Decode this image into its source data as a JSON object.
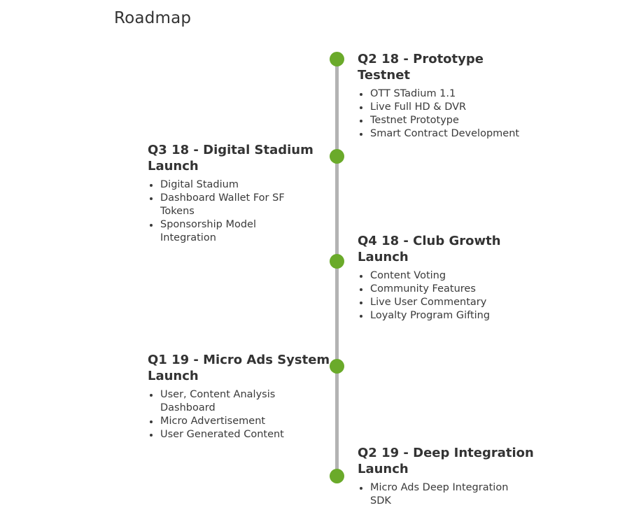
{
  "page": {
    "title": "Roadmap"
  },
  "colors": {
    "node": "#6aaa2a",
    "line": "#b3b3b3",
    "text": "#333333"
  },
  "milestones": [
    {
      "title_line1": "Q2 18 - Prototype",
      "title_line2": "Testnet",
      "items": [
        "OTT STadium 1.1",
        "Live Full HD & DVR",
        "Testnet Prototype",
        "Smart Contract Development"
      ]
    },
    {
      "title_line1": "Q3 18 - Digital Stadium",
      "title_line2": "Launch",
      "items": [
        "Digital Stadium",
        "Dashboard Wallet For SF Tokens",
        "Sponsorship Model Integration"
      ]
    },
    {
      "title_line1": "Q4 18 - Club Growth",
      "title_line2": "Launch",
      "items": [
        "Content Voting",
        "Community Features",
        "Live User Commentary",
        "Loyalty Program Gifting"
      ]
    },
    {
      "title_line1": "Q1 19 - Micro Ads System",
      "title_line2": "Launch",
      "items": [
        "User, Content Analysis Dashboard",
        "Micro Advertisement",
        "User Generated Content"
      ]
    },
    {
      "title_line1": "Q2 19 - Deep Integration",
      "title_line2": "Launch",
      "items": [
        "Micro Ads Deep Integration SDK"
      ]
    }
  ]
}
